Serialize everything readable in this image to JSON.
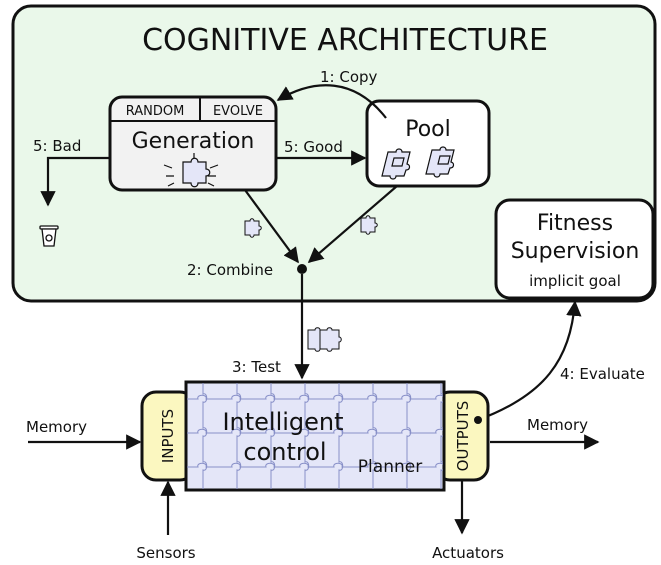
{
  "architecture": {
    "title": "COGNITIVE ARCHITECTURE",
    "fill": "#eaf8ea"
  },
  "generation": {
    "label": "Generation",
    "tab_random": "RANDOM",
    "tab_evolve": "EVOLVE"
  },
  "pool": {
    "label": "Pool"
  },
  "fitness": {
    "line1": "Fitness",
    "line2": "Supervision",
    "line3": "implicit goal"
  },
  "steps": {
    "copy": "1: Copy",
    "combine": "2: Combine",
    "test": "3: Test",
    "evaluate": "4: Evaluate",
    "good": "5: Good",
    "bad": "5: Bad"
  },
  "control": {
    "line1": "Intelligent",
    "line2": "control",
    "planner": "Planner",
    "fill": "#e4e6f8"
  },
  "io": {
    "inputs": "INPUTS",
    "outputs": "OUTPUTS",
    "fill": "#fbf7c0"
  },
  "external": {
    "memory_in": "Memory",
    "memory_out": "Memory",
    "sensors": "Sensors",
    "actuators": "Actuators"
  },
  "icons": [
    "puzzle-piece-icon",
    "trash-bin-icon",
    "puzzle-grid-icon"
  ]
}
